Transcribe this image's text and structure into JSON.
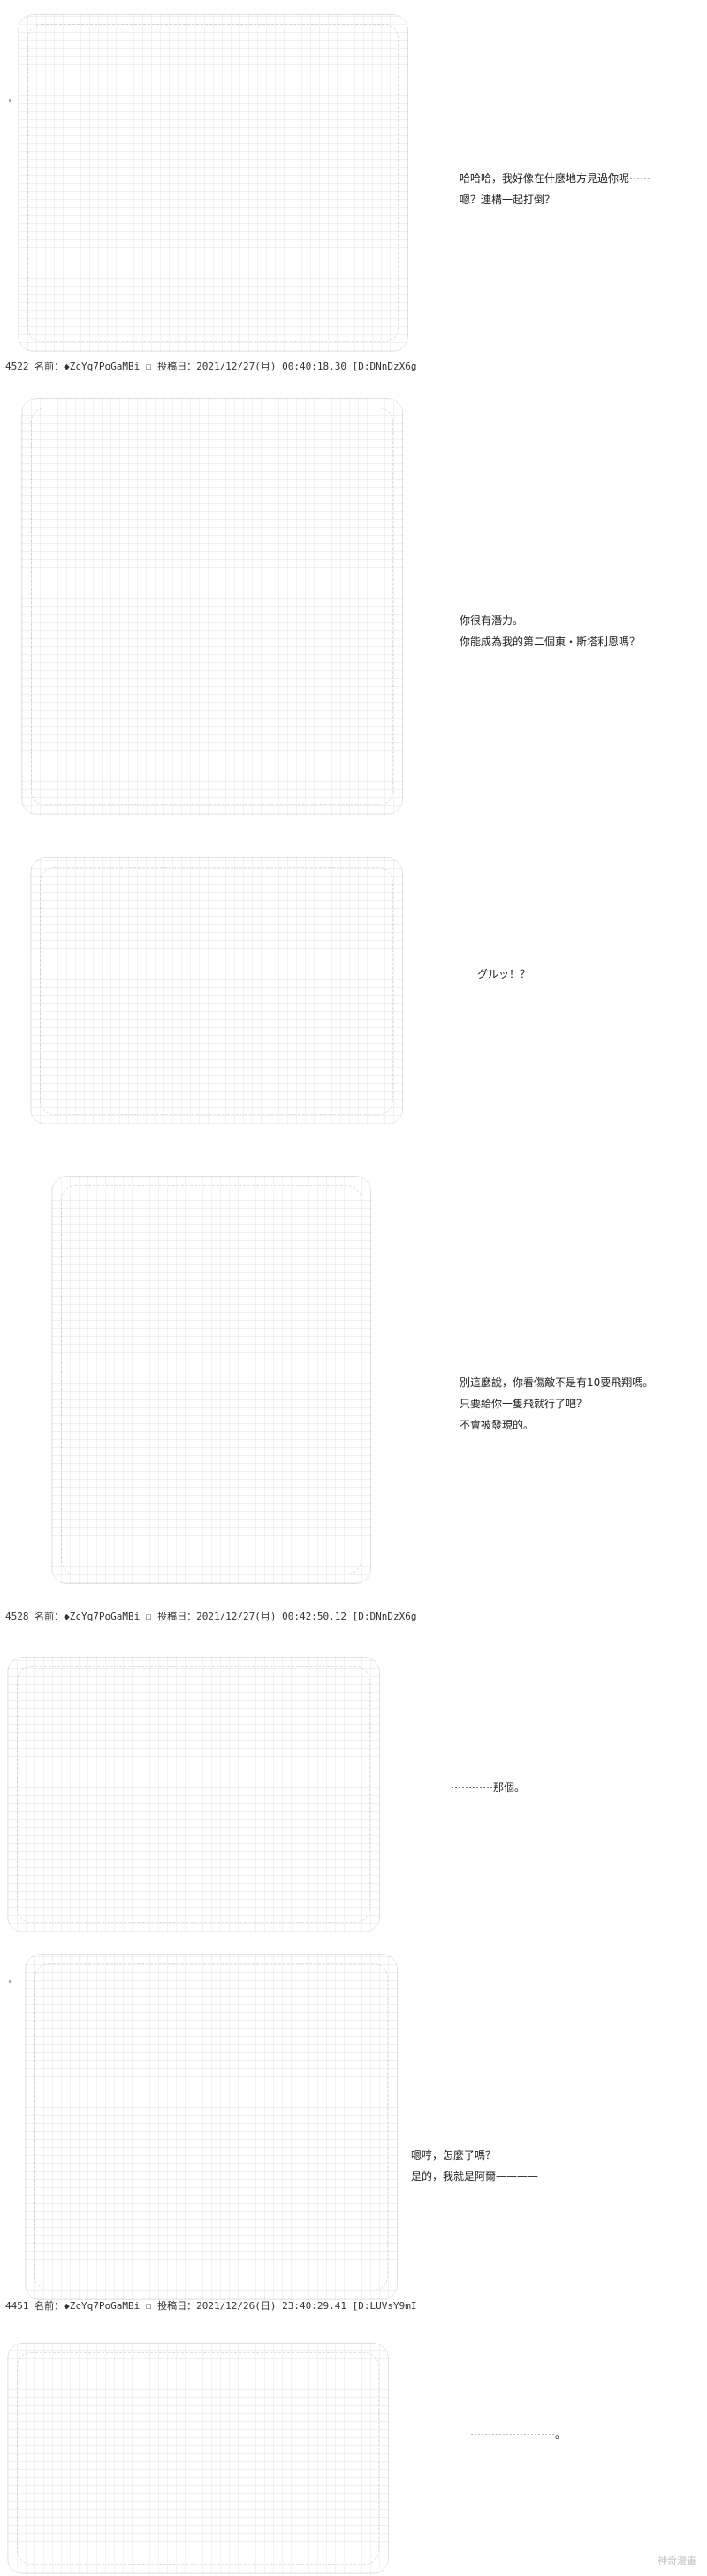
{
  "panels": [
    {
      "dialogue": [
        "哈哈哈，我好像在什麼地方見過你呢⋯⋯",
        "嗯？連構一起打倒？"
      ],
      "meta": "4522 名前：◆ZcYq7PoGaMBi ☐ 投稿日：2021/12/27(月) 00:40:18.30 [D:DNnDzX6g"
    },
    {
      "dialogue": [
        "你很有潛力。",
        "你能成為我的第二個東・斯塔利恩嗎？"
      ],
      "meta": ""
    },
    {
      "dialogue": [
        "グルッ！？"
      ],
      "meta": ""
    },
    {
      "dialogue": [
        "別這麼說，你看傷敵不是有10要飛翔嗎。",
        "只要給你一隻飛就行了吧？",
        "不會被發現的。"
      ],
      "meta": "4528 名前：◆ZcYq7PoGaMBi ☐ 投稿日：2021/12/27(月) 00:42:50.12 [D:DNnDzX6g"
    },
    {
      "dialogue": [
        "⋯⋯⋯⋯那個。"
      ],
      "meta": ""
    },
    {
      "dialogue": [
        "嗯哼，怎麼了嗎？",
        "是的，我就是阿爾————"
      ],
      "meta": "4451 名前：◆ZcYq7PoGaMBi ☐ 投稿日：2021/12/26(日) 23:40:29.41 [D:LUVsY9mI"
    },
    {
      "dialogue": [
        "⋯⋯⋯⋯⋯⋯⋯⋯。"
      ],
      "meta": ""
    }
  ],
  "watermark": "神奇漫畫"
}
